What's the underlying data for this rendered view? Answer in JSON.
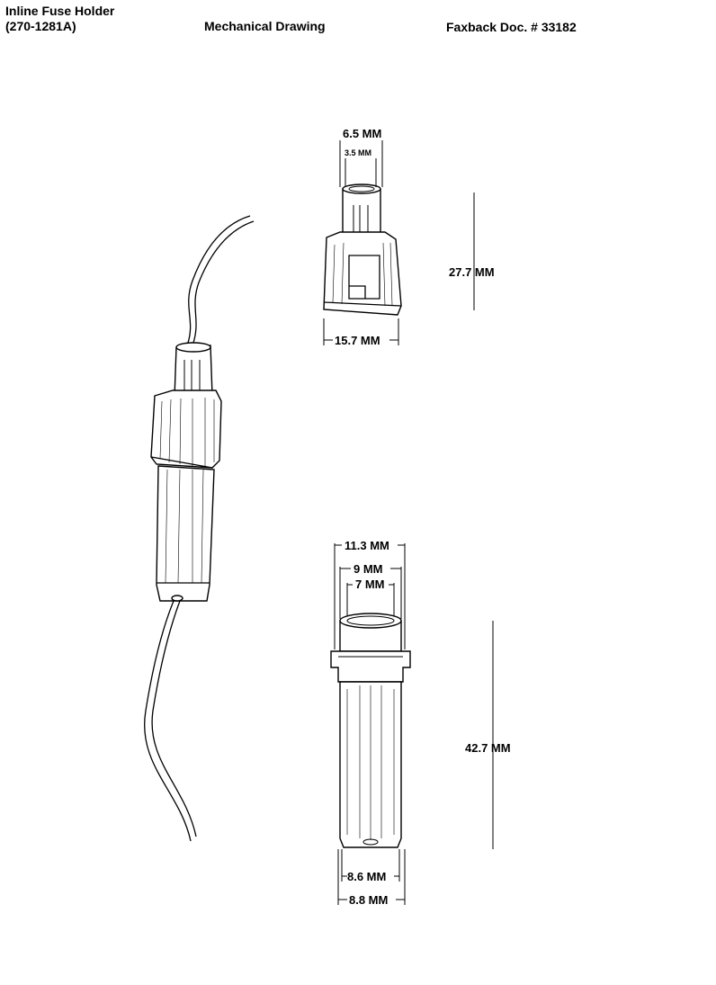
{
  "header": {
    "title_line1": "Inline Fuse Holder",
    "title_line2": "(270-1281A)",
    "center": "Mechanical Drawing",
    "right": "Faxback Doc. # 33182"
  },
  "cap_dims": {
    "outer_top": "6.5 MM",
    "inner_top": "3.5 MM",
    "height": "27.7 MM",
    "width": "15.7 MM"
  },
  "body_dims": {
    "flange": "11.3 MM",
    "mid": "9 MM",
    "inner": "7 MM",
    "height": "42.7 MM",
    "bottom_inner": "8.6 MM",
    "bottom_outer": "8.8 MM"
  }
}
